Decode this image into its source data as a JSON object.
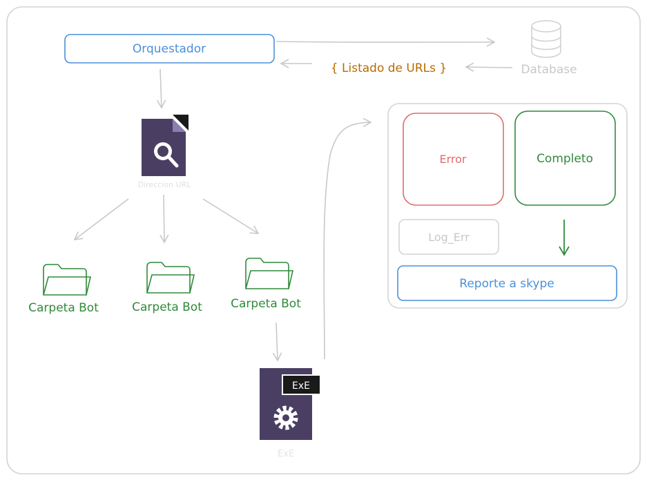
{
  "colors": {
    "blue": "#4a90d9",
    "green": "#2f8a3a",
    "red": "#e06c6c",
    "orange": "#b86a00",
    "gray": "#c8c8c8",
    "dark_icon": "#4a3f63"
  },
  "nodes": {
    "orquestador": "Orquestador",
    "listado": "{ Listado de URLs }",
    "database": "Database",
    "direccion_url": "Direccion URL",
    "carpeta_1": "Carpeta Bot",
    "carpeta_2": "Carpeta Bot",
    "carpeta_3": "Carpeta Bot",
    "exe_badge": "ExE",
    "exe_label": "ExE",
    "error": "Error",
    "completo": "Completo",
    "log_err": "Log_Err",
    "reporte": "Reporte a skype"
  },
  "icons": {
    "database": "database-icon",
    "document_search": "document-search-icon",
    "folder": "folder-icon",
    "exe_file": "exe-file-gear-icon"
  }
}
